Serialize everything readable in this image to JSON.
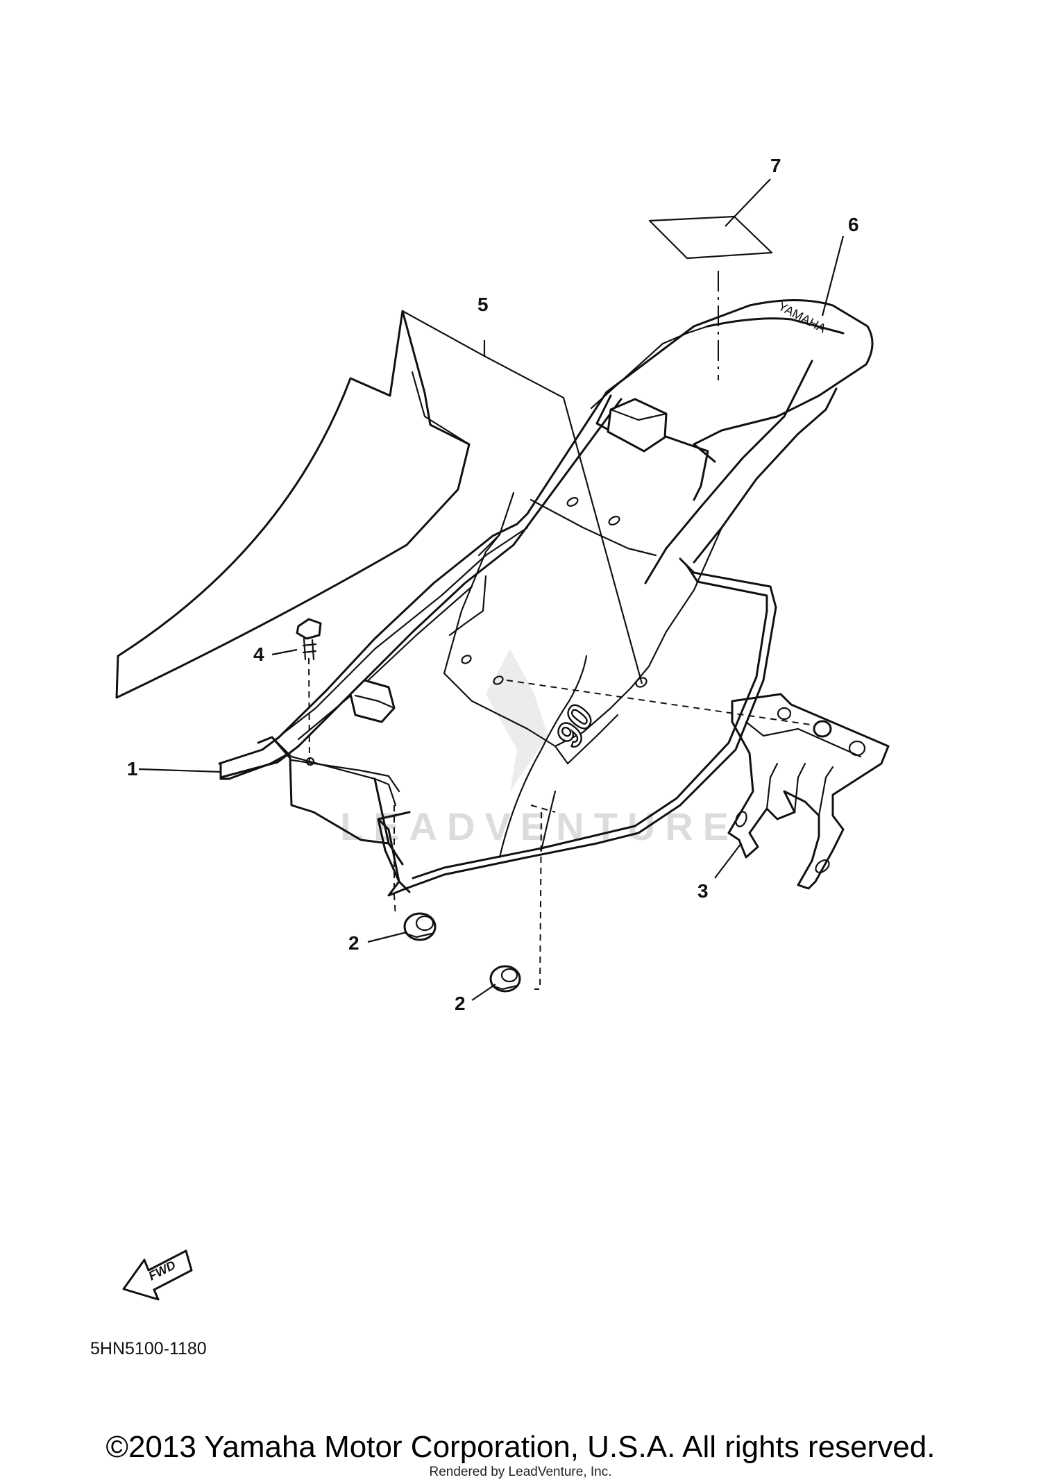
{
  "callouts": {
    "c1": "1",
    "c2a": "2",
    "c2b": "2",
    "c3": "3",
    "c4": "4",
    "c5": "5",
    "c6": "6",
    "c7": "7"
  },
  "decal_text": "YAMAHA",
  "model_graphic": "90",
  "fwd_label": "FWD",
  "diagram_code": "5HN5100-1180",
  "watermark": "LEADVENTURE",
  "footer": {
    "copyright": "©2013 Yamaha Motor Corporation, U.S.A. All rights reserved.",
    "rendered_by": "Rendered by LeadVenture, Inc."
  },
  "colors": {
    "line": "#111111",
    "background": "#ffffff",
    "watermark": "#dcdcdc"
  }
}
